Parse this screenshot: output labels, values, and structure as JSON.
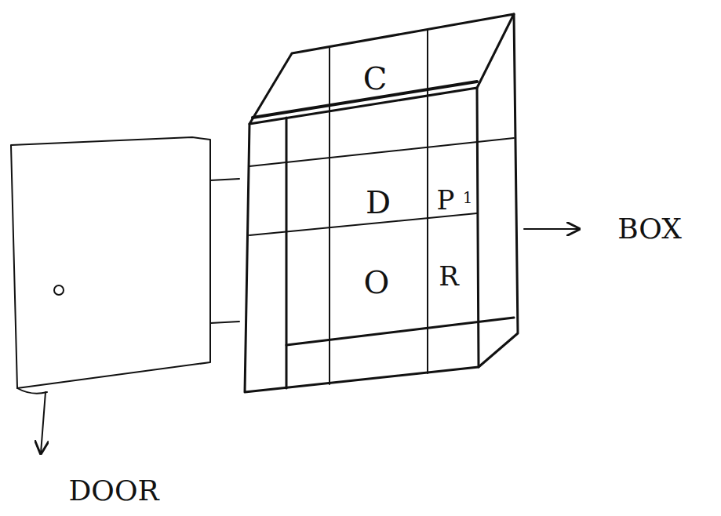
{
  "diagram": {
    "labels": [
      "C",
      "D",
      "P",
      "1",
      "O",
      "R",
      "BOX",
      "DOOR"
    ]
  }
}
